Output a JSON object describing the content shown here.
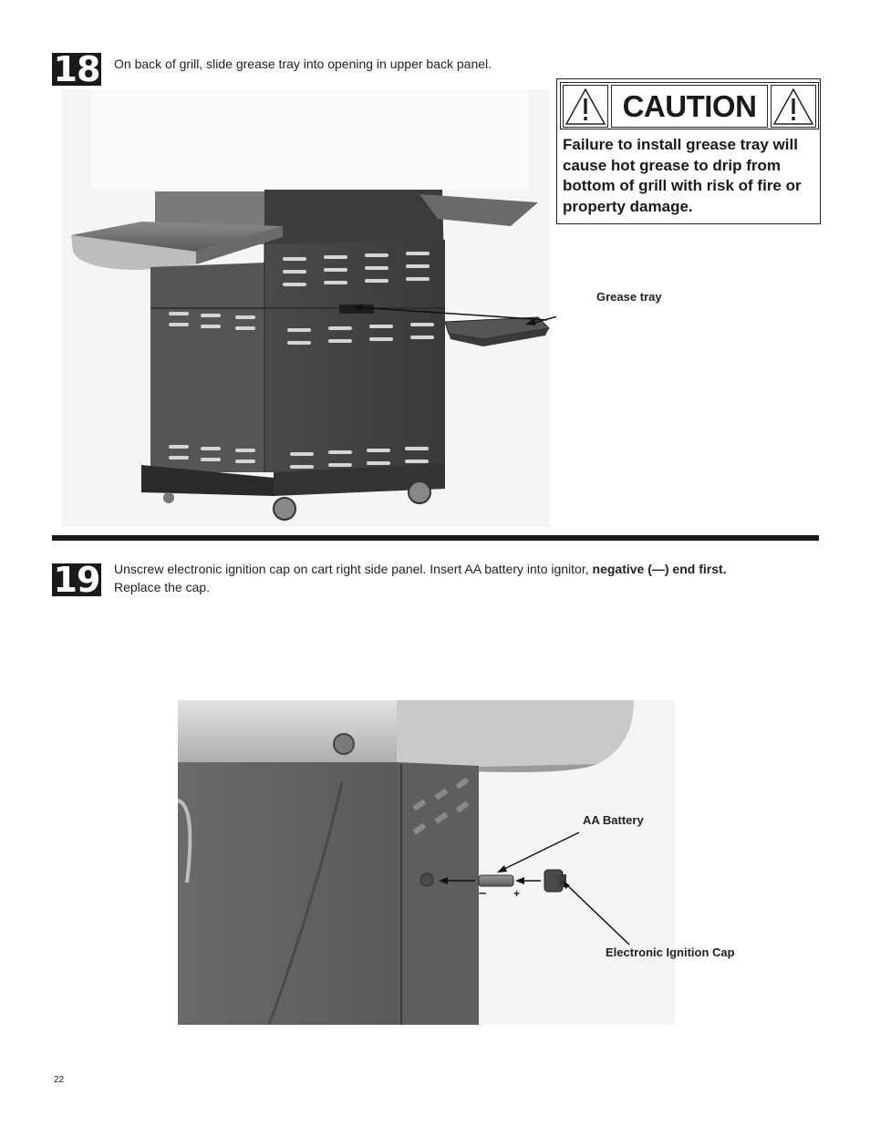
{
  "steps": [
    {
      "number": "18",
      "text": "On back of grill, slide grease tray into opening in upper back panel."
    },
    {
      "number": "19",
      "text_part1": "Unscrew electronic ignition cap on cart right side panel. Insert AA battery into ignitor, ",
      "text_bold": "negative (—) end first.",
      "text_part2": "Replace the cap."
    }
  ],
  "caution": {
    "title": "CAUTION",
    "body": "Failure to install grease tray will cause hot grease to drip from bottom of grill with risk of fire or property damage.",
    "icon": "warning-triangle-icon"
  },
  "figure18": {
    "grease_tray_label": "Grease tray"
  },
  "figure19": {
    "battery_label": "AA Battery",
    "cap_label": "Electronic Ignition Cap",
    "minus": "–",
    "plus": "+"
  },
  "page_number": "22"
}
